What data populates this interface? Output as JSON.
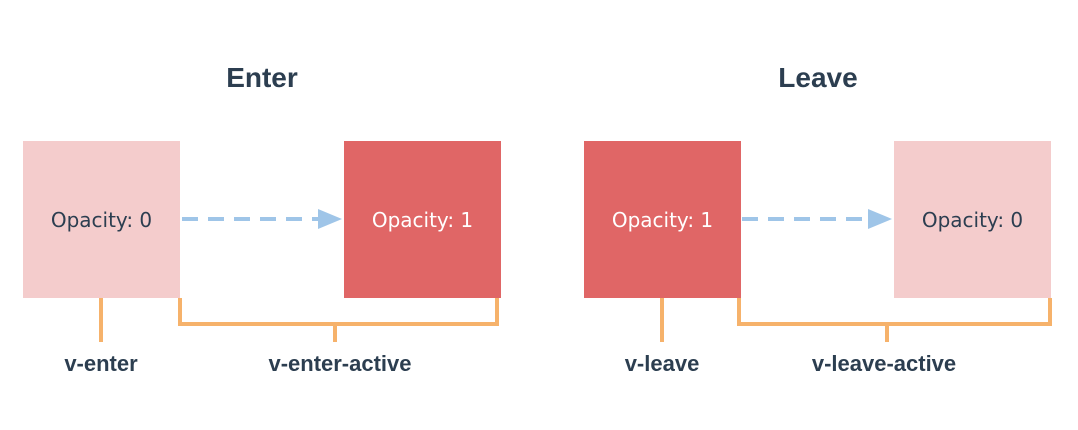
{
  "colors": {
    "text": "#2c3e50",
    "box_light": "#f4cccc",
    "box_dark": "#e06666",
    "box_dark_text": "#ffffff",
    "arrow": "#9fc5e8",
    "bracket": "#f6b26b"
  },
  "enter": {
    "title": "Enter",
    "from_box": "Opacity: 0",
    "to_box": "Opacity: 1",
    "start_label": "v-enter",
    "active_label": "v-enter-active"
  },
  "leave": {
    "title": "Leave",
    "from_box": "Opacity: 1",
    "to_box": "Opacity: 0",
    "start_label": "v-leave",
    "active_label": "v-leave-active"
  }
}
